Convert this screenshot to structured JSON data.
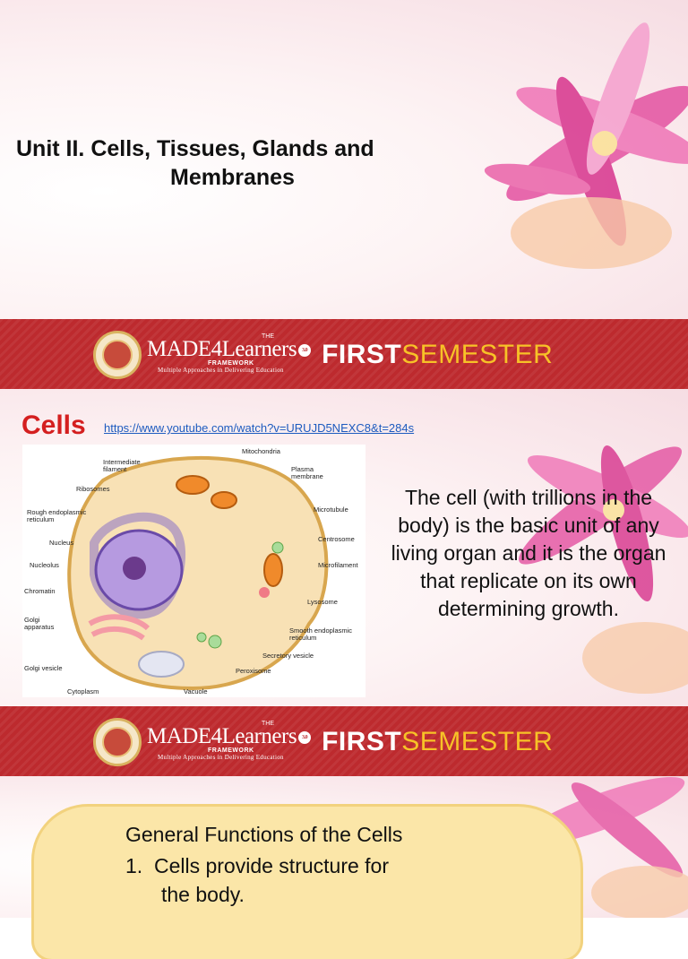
{
  "slide1": {
    "title_line1": "Unit II.  Cells, Tissues, Glands and",
    "title_line2": "Membranes"
  },
  "band": {
    "the": "THE",
    "made": "MADE",
    "four": "4",
    "learners": "Learners",
    "badge": "3.0",
    "framework": "FRAMEWORK",
    "subtitle": "Multiple Approaches in Delivering Education",
    "first": "FIRST",
    "semester": "SEMESTER"
  },
  "slide2": {
    "heading": "Cells",
    "link": "https://www.youtube.com/watch?v=URUJD5NEXC8&t=284s",
    "description": "The cell (with trillions in the body) is the basic unit of any living organ and it is the organ that replicate on its own determining growth.",
    "diagram_labels": {
      "mitochondria": "Mitochondria",
      "intermediate": "Intermediate",
      "filament": "filament",
      "plasma": "Plasma",
      "membrane": "membrane",
      "ribosomes": "Ribosomes",
      "rough1": "Rough endoplasmic",
      "rough2": "reticulum",
      "microtubule": "Microtubule",
      "nucleus": "Nucleus",
      "centrosome": "Centrosome",
      "nucleolus": "Nucleolus",
      "microfilament": "Microfilament",
      "chromatin": "Chromatin",
      "lysosome": "Lysosome",
      "golgi1": "Golgi",
      "golgi2": "apparatus",
      "smooth1": "Smooth endoplasmic",
      "smooth2": "reticulum",
      "secretory": "Secretory vesicle",
      "golgi_vesicle": "Golgi vesicle",
      "peroxisome": "Peroxisome",
      "cytoplasm": "Cytoplasm",
      "vacuole": "Vacuole"
    }
  },
  "slide3": {
    "heading": "General Functions of the Cells",
    "item1_num": "1.",
    "item1_line1": "Cells provide structure for",
    "item1_line2": "the body."
  },
  "colors": {
    "band_red": "#bd2a2e",
    "semester_yellow": "#f7c227",
    "cells_red": "#d41f1f",
    "link_blue": "#1d5bbf"
  }
}
